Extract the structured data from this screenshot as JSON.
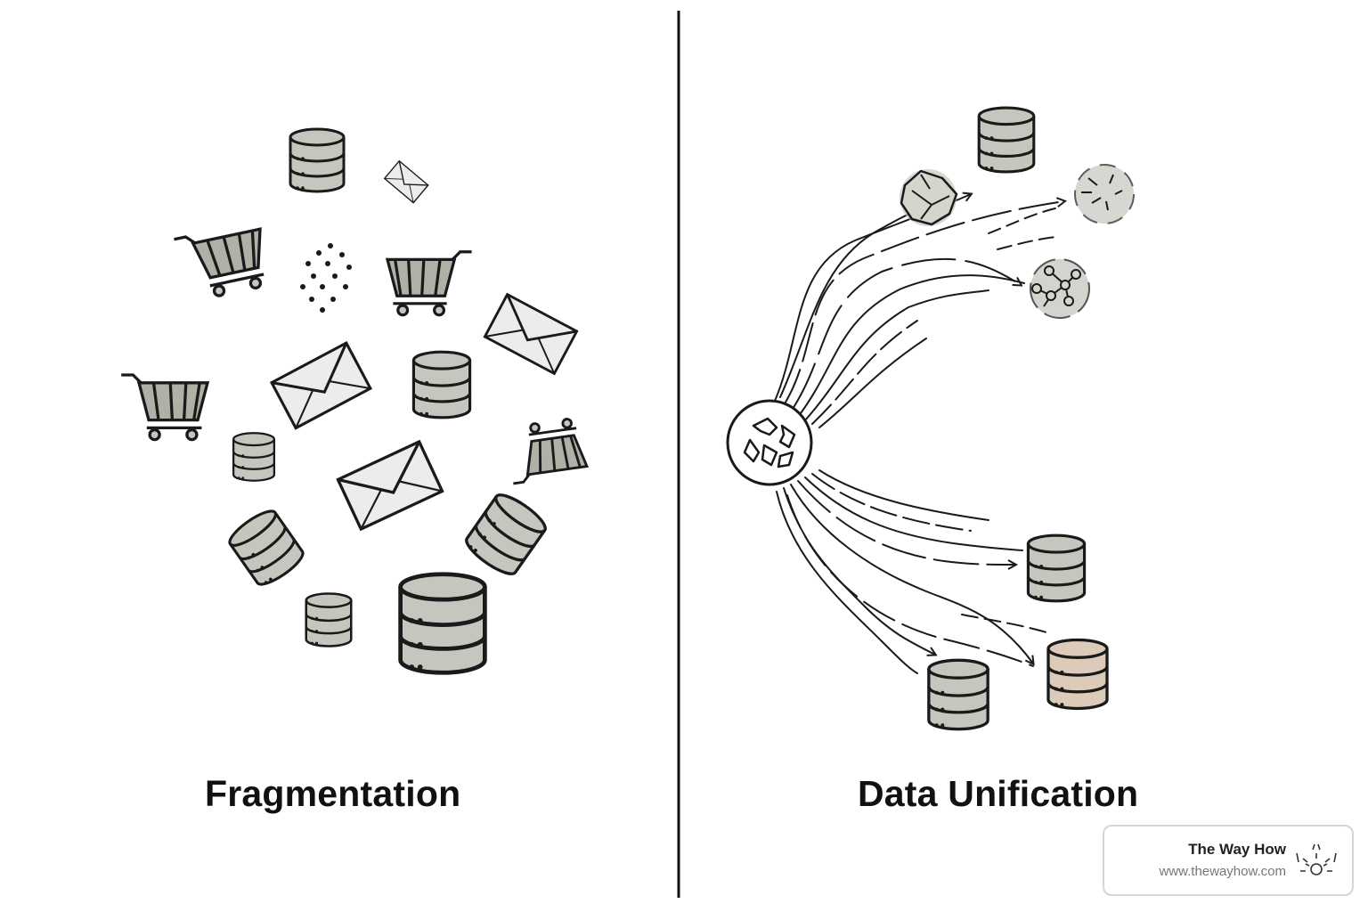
{
  "left_panel": {
    "caption": "Fragmentation"
  },
  "right_panel": {
    "caption": "Data Unification"
  },
  "watermark": {
    "title": "The Way How",
    "url": "www.thewayhow.com"
  },
  "colors": {
    "ink": "#1a1a1a",
    "gray_fill": "#c4c7bd",
    "cart_fill": "#aeb1a6",
    "envelope_fill": "#ececea",
    "tan_fill": "#dccbb9",
    "divider": "#111111"
  },
  "icons": {
    "left": [
      "database-icon",
      "envelope-icon",
      "shopping-cart-icon",
      "scatter-dots-icon"
    ],
    "right": [
      "recycle-hub-icon",
      "database-icon",
      "crumpled-data-icon",
      "network-icon"
    ]
  }
}
